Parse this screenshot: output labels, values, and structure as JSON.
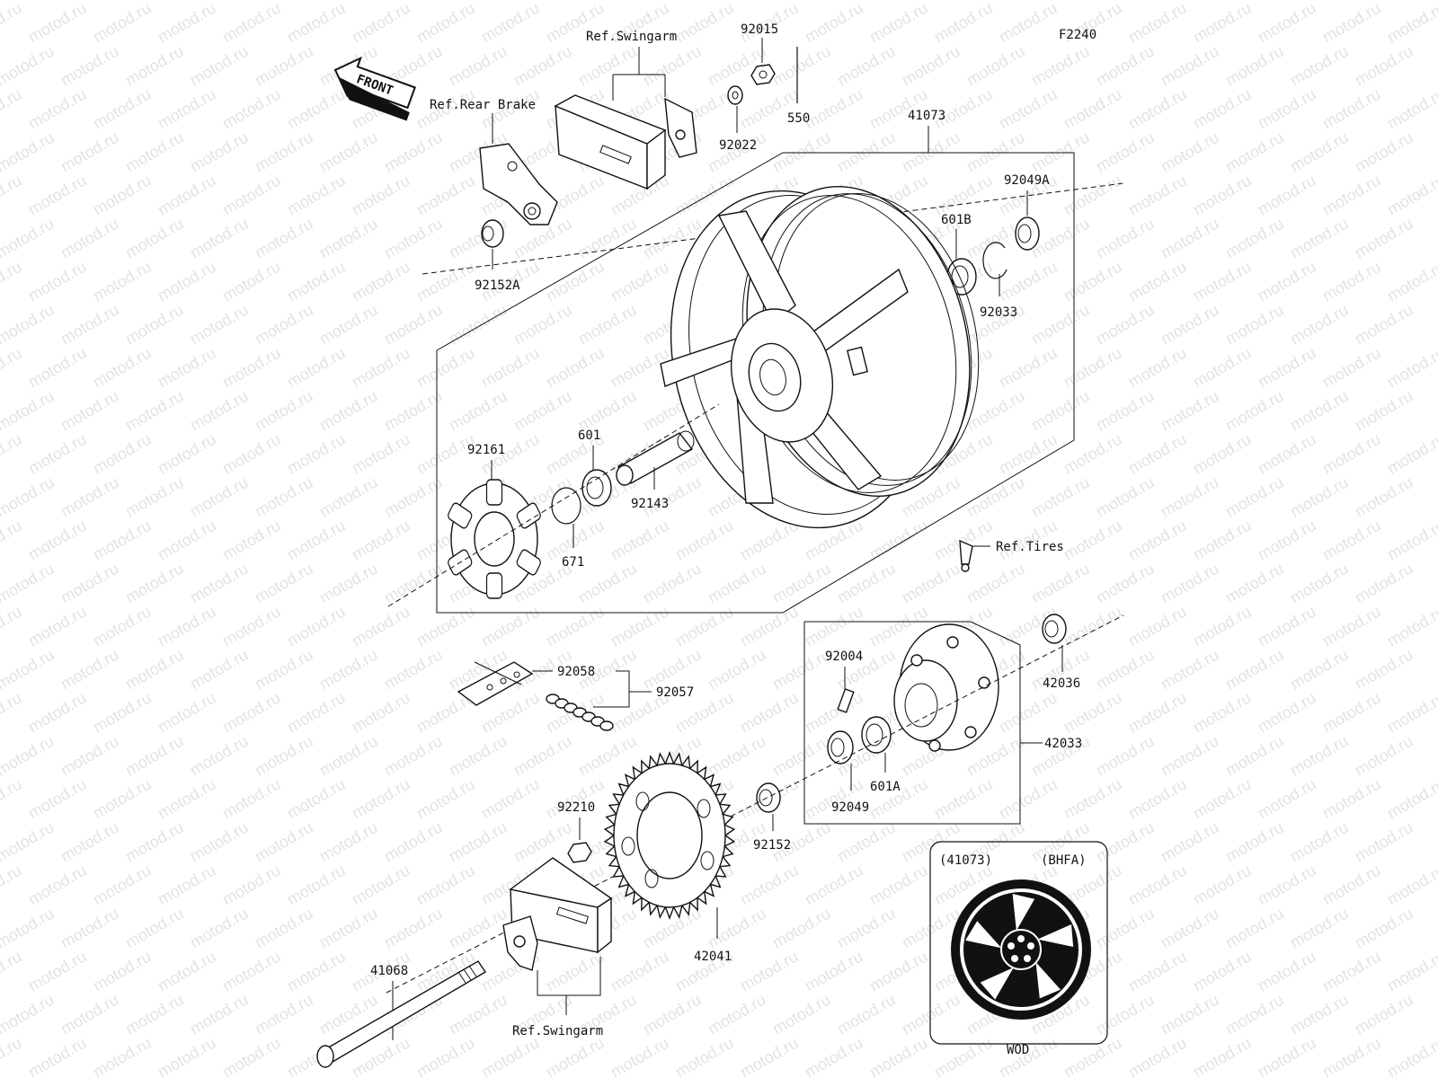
{
  "diagram_id": "F2240",
  "watermark": "motod.ru",
  "front_label": "FRONT",
  "refs": {
    "swingarm_top": "Ref.Swingarm",
    "rear_brake": "Ref.Rear Brake",
    "tires": "Ref.Tires",
    "swingarm_bottom": "Ref.Swingarm"
  },
  "part_numbers": {
    "p92015": "92015",
    "p550": "550",
    "p92022": "92022",
    "p41073": "41073",
    "p92049A": "92049A",
    "p601B": "601B",
    "p92033": "92033",
    "p92152A": "92152A",
    "p92161": "92161",
    "p601": "601",
    "p92143": "92143",
    "p671": "671",
    "p92058": "92058",
    "p92057": "92057",
    "p92004": "92004",
    "p42036": "42036",
    "p42033": "42033",
    "p601A": "601A",
    "p92049": "92049",
    "p92210": "92210",
    "p92152": "92152",
    "p42041": "42041",
    "p41068": "41068"
  },
  "inset": {
    "left_label": "(41073)",
    "right_label": "(BHFA)",
    "color_code": "WOD"
  }
}
